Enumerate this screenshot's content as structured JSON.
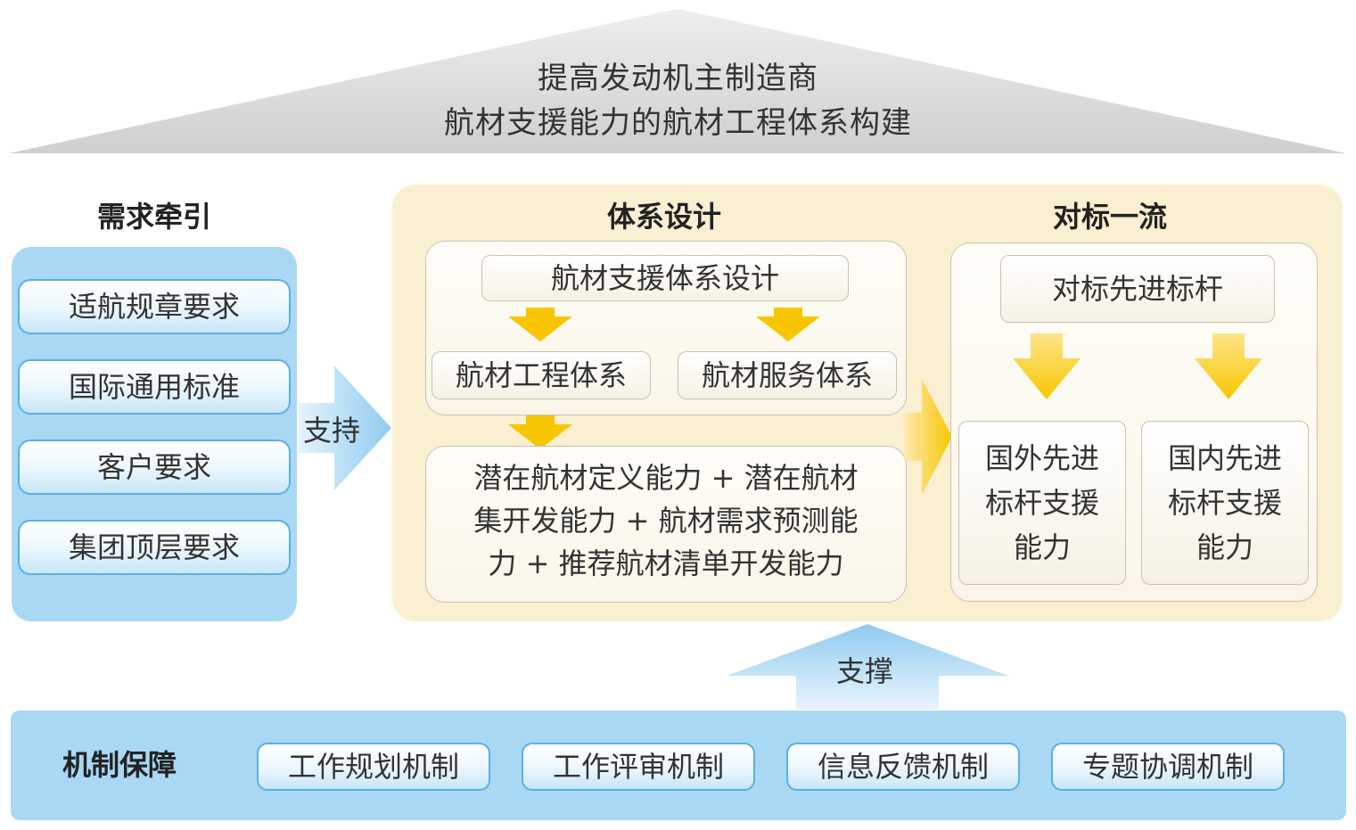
{
  "roof": {
    "line1": "提高发动机主制造商",
    "line2": "航材支援能力的航材工程体系构建"
  },
  "demand": {
    "title": "需求牵引",
    "items": [
      "适航规章要求",
      "国际通用标准",
      "客户要求",
      "集团顶层要求"
    ]
  },
  "support_label": "支持",
  "system_design": {
    "title": "体系设计",
    "top": "航材支援体系设计",
    "left": "航材工程体系",
    "right": "航材服务体系",
    "capability_lines": [
      "潜在航材定义能力 + 潜在航材",
      "集开发能力 + 航材需求预测能",
      "力 + 推荐航材清单开发能力"
    ]
  },
  "benchmark": {
    "title": "对标一流",
    "top": "对标先进标杆",
    "foreign_lines": [
      "国外先进",
      "标杆支援",
      "能力"
    ],
    "domestic_lines": [
      "国内先进",
      "标杆支援",
      "能力"
    ]
  },
  "brace_label": "支撑",
  "mechanism": {
    "title": "机制保障",
    "items": [
      "工作规划机制",
      "工作评审机制",
      "信息反馈机制",
      "专题协调机制"
    ]
  },
  "colors": {
    "blue_panel": "#a9d8f5",
    "blue_border": "#5ab0df",
    "cream_panel": "#fbefd2",
    "yellow_arrow": "#f7c600",
    "roof_gray": "#d6d6d6"
  },
  "icons": [
    "down-arrow-icon",
    "right-arrow-icon",
    "up-arrow-icon"
  ]
}
